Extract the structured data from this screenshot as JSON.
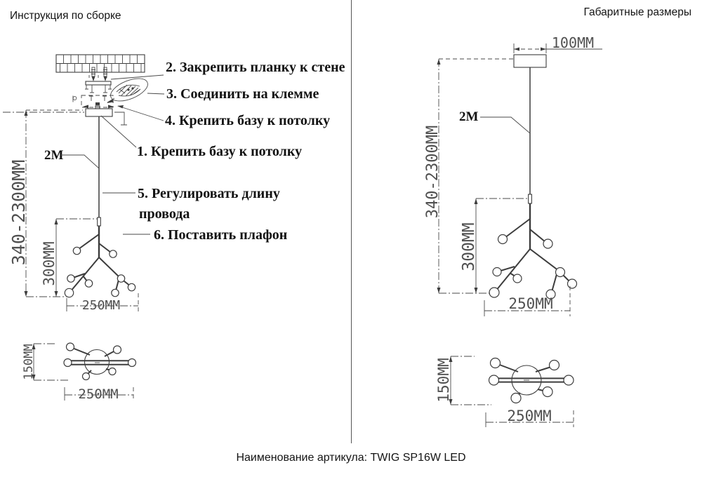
{
  "left": {
    "title": "Инструкция по сборке",
    "steps": {
      "s2": "2. Закрепить планку к стене",
      "s3": "3. Соединить на клемме",
      "s4": "4. Крепить базу к потолку",
      "s1": "1. Крепить базу к потолку",
      "s5a": "5. Регулировать длину",
      "s5b": "провода",
      "s6": "6. Поставить плафон"
    },
    "dims": {
      "cord": "2M",
      "drop": "340-2300MM",
      "body": "300MM",
      "width": "250MM",
      "top_h": "150MM",
      "top_w": "250MM"
    }
  },
  "right": {
    "title": "Габаритные размеры",
    "dims": {
      "canopy": "100MM",
      "cord": "2M",
      "drop": "340-2300MM",
      "body": "300MM",
      "width": "250MM",
      "top_h": "150MM",
      "top_w": "250MM"
    }
  },
  "footer": {
    "caption": "Наименование артикула: TWIG SP16W LED"
  },
  "colors": {
    "ink": "#3d3d3d",
    "text": "#141414",
    "background": "#ffffff"
  }
}
